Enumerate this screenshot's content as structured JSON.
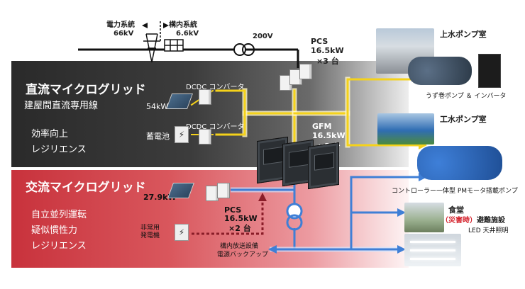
{
  "grid": {
    "label_power": "電力系統",
    "label_power_kv": "66kV",
    "label_internal": "構内系統",
    "label_internal_kv": "6.6kV",
    "label_200v": "200V"
  },
  "pcs_top": {
    "title": "PCS",
    "spec": "16.5kW",
    "qty": "×3 台"
  },
  "dc": {
    "title": "直流マイクログリッド",
    "subtitle": "建屋間直流専用線",
    "benefit1": "効率向上",
    "benefit2": "レジリエンス",
    "dcdc1": "DCDC コンバータ",
    "dcdc2": "DCDC コンバータ",
    "pv": "54kW",
    "battery": "蓄電池"
  },
  "gfm": {
    "title": "GFM",
    "spec": "16.5kW",
    "qty": "×3 台"
  },
  "ac": {
    "title": "交流マイクログリッド",
    "benefit1": "自立並列運転",
    "benefit2": "疑似慣性力",
    "benefit3": "レジリエンス",
    "pv": "27.9kW",
    "generator_line1": "非常用",
    "generator_line2": "発電機",
    "backup_line1": "構内放送設備",
    "backup_line2": "電源バックアップ"
  },
  "pcs_bottom": {
    "title": "PCS",
    "spec": "16.5kW",
    "qty": "×2 台"
  },
  "sites": {
    "upper_pump_room": "上水ポンプ室",
    "upper_pump_caption": "うず巻ポンプ ＆ インバータ",
    "industrial_pump_room": "工水ポンプ室",
    "industrial_pump_caption": "コントローラー一体型 PMモータ搭載ポンプ",
    "cafeteria": "食堂",
    "cafeteria_sub_open": "（",
    "cafeteria_sub_disaster": "災害時",
    "cafeteria_sub_close": "）",
    "cafeteria_sub_shelter": "避難施設",
    "led_caption": "LED 天井照明"
  },
  "colors": {
    "dc_line": "#f5d21a",
    "ac_line": "#3f7fd6",
    "backup_line": "#8a1d28",
    "red_text": "#d4202a"
  }
}
